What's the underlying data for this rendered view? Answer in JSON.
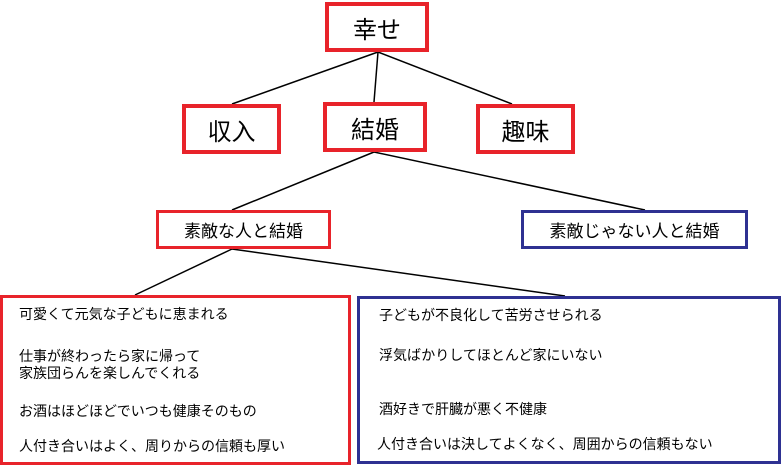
{
  "colors": {
    "positive": "#e8232a",
    "negative": "#2e3192",
    "line": "#000000"
  },
  "nodes": {
    "root": "幸せ",
    "income": "収入",
    "marriage": "結婚",
    "hobby": "趣味",
    "good_marriage": "素敵な人と結婚",
    "bad_marriage": "素敵じゃない人と結婚"
  },
  "good_outcomes": {
    "item_1": "可愛くて元気な子どもに恵まれる",
    "item_2_line_1": "仕事が終わったら家に帰って",
    "item_2_line_2": "家族団らんを楽しんでくれる",
    "item_3": "お酒はほどほどでいつも健康そのもの",
    "item_4": "人付き合いはよく、周りからの信頼も厚い"
  },
  "bad_outcomes": {
    "item_1": "子どもが不良化して苦労させられる",
    "item_2": "浮気ばかりしてほとんど家にいない",
    "item_3": "酒好きで肝臓が悪く不健康",
    "item_4": "人付き合いは決してよくなく、周囲からの信頼もない"
  }
}
